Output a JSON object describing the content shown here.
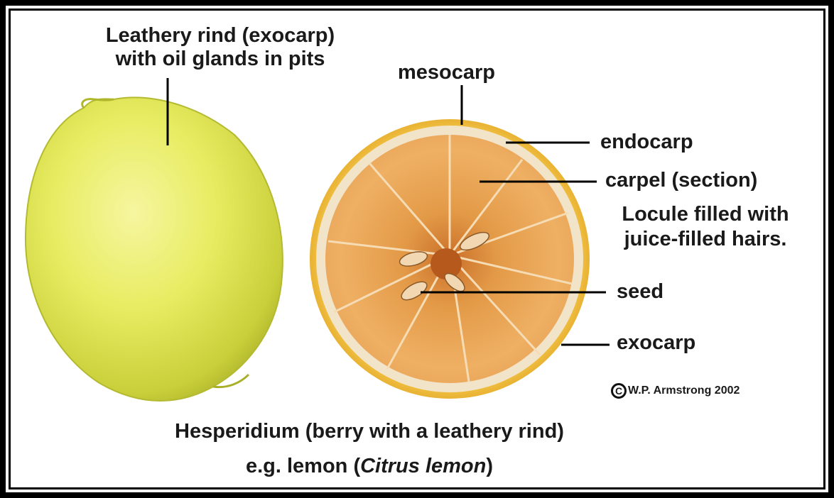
{
  "labels": {
    "rind_line1": "Leathery rind (exocarp)",
    "rind_line2": "with oil glands in pits",
    "mesocarp": "mesocarp",
    "endocarp": "endocarp",
    "carpel": "carpel (section)",
    "locule_line1": "Locule filled with",
    "locule_line2": "juice-filled hairs.",
    "seed": "seed",
    "exocarp": "exocarp"
  },
  "copyright": {
    "symbol": "C",
    "text": "W.P. Armstrong 2002"
  },
  "caption": {
    "line1": "Hesperidium  (berry with a leathery rind)",
    "line2_prefix": "e.g. lemon (",
    "line2_italic": "Citrus lemon",
    "line2_suffix": ")"
  },
  "colors": {
    "frame": "#000000",
    "background": "#ffffff",
    "lemon_skin": "#e6eb5a",
    "rind_yellow": "#f1c94a",
    "albedo": "#f3e6cc",
    "pulp": "#e9a24f",
    "text": "#1a1a1a"
  },
  "icons": {
    "copyright": "copyright-icon"
  }
}
